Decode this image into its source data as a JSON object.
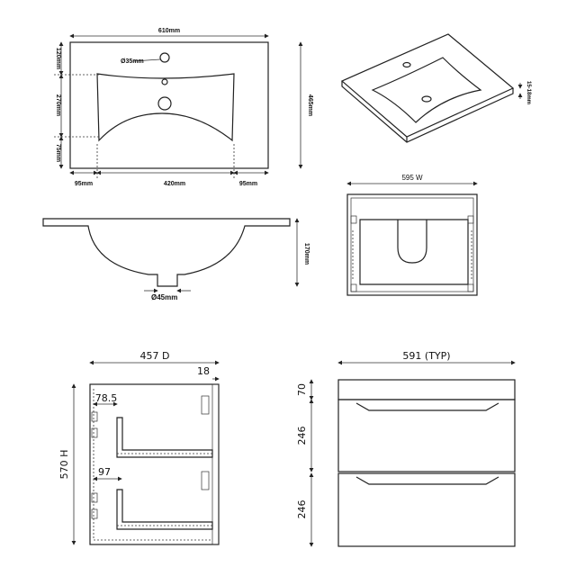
{
  "basin_top": {
    "width": "610mm",
    "depth": "465mm",
    "tap_hole": "Ø35mm",
    "rear_margin": "120mm",
    "bowl_depth": "270mm",
    "front_margin": "75mm",
    "side_left": "95mm",
    "bowl_width": "420mm",
    "side_right": "95mm"
  },
  "basin_iso": {
    "thickness": "15-18mm"
  },
  "basin_side": {
    "height": "170mm",
    "waste": "Ø45mm"
  },
  "unit_front": {
    "width": "595 W"
  },
  "unit_side": {
    "depth": "457 D",
    "panel": "18",
    "upper_offset": "78.5",
    "lower_offset": "97",
    "height": "570 H"
  },
  "unit_elevation": {
    "width": "591 (TYP)",
    "top_gap": "70",
    "drawer_upper": "246",
    "drawer_lower": "246"
  }
}
